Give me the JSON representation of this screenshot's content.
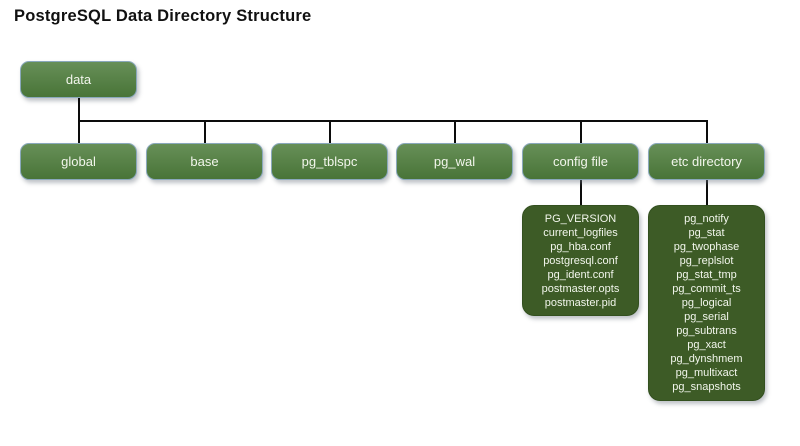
{
  "title": "PostgreSQL Data Directory Structure",
  "tree": {
    "root": "data",
    "children": [
      "global",
      "base",
      "pg_tblspc",
      "pg_wal",
      "config file",
      "etc directory"
    ],
    "config_files": [
      "PG_VERSION",
      "current_logfiles",
      "pg_hba.conf",
      "postgresql.conf",
      "pg_ident.conf",
      "postmaster.opts",
      "postmaster.pid"
    ],
    "etc_entries": [
      "pg_notify",
      "pg_stat",
      "pg_twophase",
      "pg_replslot",
      "pg_stat_tmp",
      "pg_commit_ts",
      "pg_logical",
      "pg_serial",
      "pg_subtrans",
      "pg_xact",
      "pg_dynshmem",
      "pg_multixact",
      "pg_snapshots"
    ]
  },
  "colors": {
    "title_text": "#111111",
    "node_fill": "#4e7d3c",
    "node_border": "#8aa8bb",
    "node_text": "#f2f6ec",
    "list_fill": "#3d5b26",
    "list_border": "#33501f",
    "connector": "#0c0c0c"
  }
}
